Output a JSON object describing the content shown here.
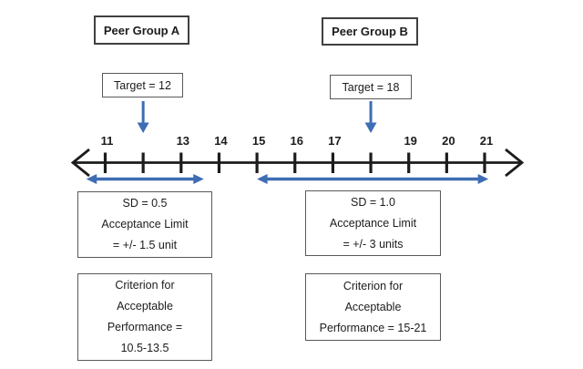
{
  "colors": {
    "accent_blue": "#3e6db4",
    "line_black": "#1c1c1c",
    "box_border": "#595959",
    "background": "#ffffff"
  },
  "peer_a": {
    "title": "Peer Group A",
    "target_label": "Target = 12",
    "target_value": 12,
    "sd_lines": [
      "SD = 0.5",
      "Acceptance Limit",
      "= +/- 1.5 unit"
    ],
    "criterion_lines": [
      "Criterion for",
      "Acceptable",
      "Performance =",
      "10.5-13.5"
    ],
    "acceptance_range": [
      10.5,
      13.5
    ]
  },
  "peer_b": {
    "title": "Peer Group B",
    "target_label": "Target = 18",
    "target_value": 18,
    "sd_lines": [
      "SD = 1.0",
      "Acceptance Limit",
      "= +/- 3 units"
    ],
    "criterion_lines": [
      "Criterion for",
      "Acceptable",
      "Performance = 15-21"
    ],
    "acceptance_range": [
      15,
      21
    ]
  },
  "number_line": {
    "min": 11,
    "max": 21,
    "tick_values": [
      11,
      12,
      13,
      14,
      15,
      16,
      17,
      18,
      19,
      20,
      21
    ],
    "labeled_values": [
      11,
      13,
      14,
      15,
      16,
      17,
      19,
      20,
      21
    ],
    "target_arrows": [
      12,
      18
    ],
    "range_arrows": [
      [
        10.5,
        13.6
      ],
      [
        15,
        21.1
      ]
    ]
  }
}
